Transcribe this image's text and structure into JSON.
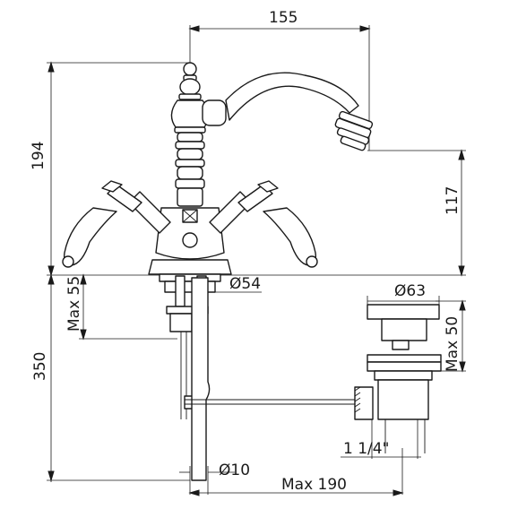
{
  "dimensions": {
    "spout_reach": "155",
    "total_height": "194",
    "spout_height": "117",
    "max_deck": "Max 55",
    "body_diameter": "Ø54",
    "waste_diameter": "Ø63",
    "max_waste": "Max 50",
    "rod_length": "350",
    "thread_size": "1 1/4\"",
    "rod_diameter": "Ø10",
    "max_rod_reach": "Max 190"
  },
  "colors": {
    "line": "#1a1a1a",
    "background": "#ffffff"
  }
}
